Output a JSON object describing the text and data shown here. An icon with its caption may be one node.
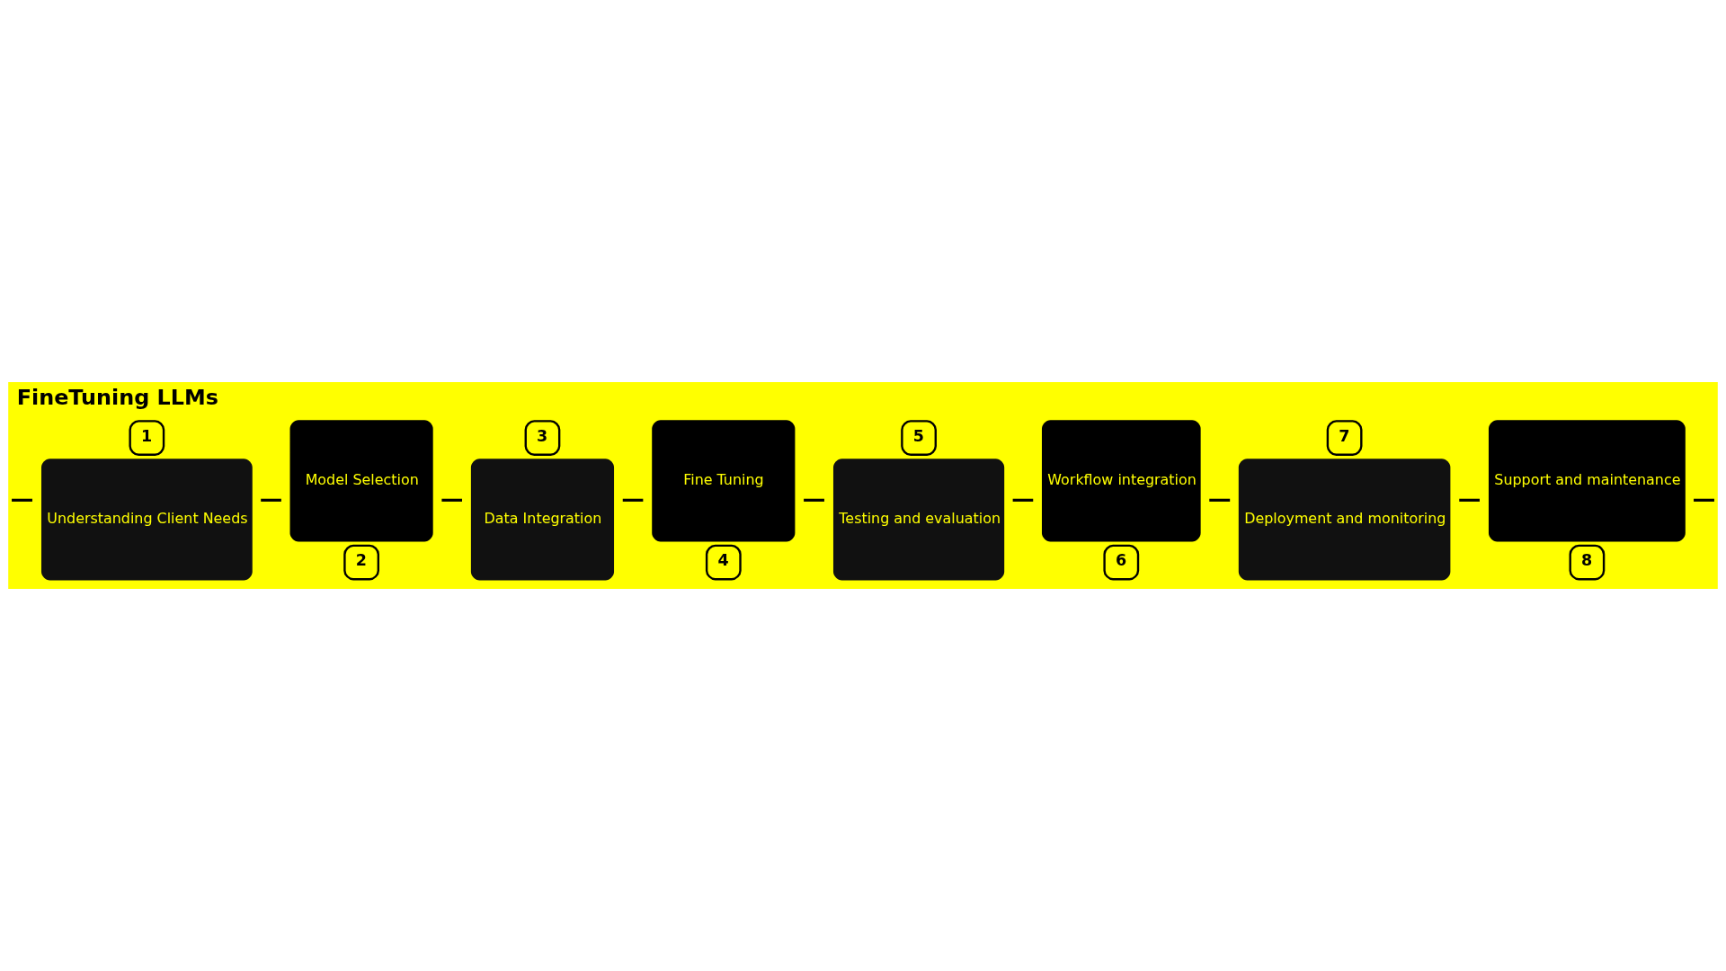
{
  "diagram": {
    "title": "FineTuning LLMs",
    "nodes": [
      {
        "text": [
          "Understanding Client Needs"
        ],
        "beside": [
          "1"
        ]
      },
      {
        "text": [
          "Model Selection"
        ],
        "beside": [
          "2"
        ]
      },
      {
        "text": [
          "Data Integration"
        ],
        "beside": [
          "3"
        ]
      },
      {
        "text": [
          "Fine Tuning"
        ],
        "beside": [
          "4"
        ]
      },
      {
        "text": [
          "Testing and evaluation"
        ],
        "beside": [
          "5"
        ]
      },
      {
        "text": [
          "Workflow integration"
        ],
        "beside": [
          "6"
        ]
      },
      {
        "text": [
          "Deployment and monitoring"
        ],
        "beside": [
          "7"
        ]
      },
      {
        "text": [
          "Support and maintenance"
        ],
        "beside": [
          "8"
        ]
      }
    ],
    "edges": [
      {
        "from": null,
        "to": 0,
        "arrow": "none"
      },
      {
        "from": 0,
        "to": 1,
        "arrow": "none"
      },
      {
        "from": 1,
        "to": 2,
        "arrow": "none"
      },
      {
        "from": 2,
        "to": 3,
        "arrow": "none"
      },
      {
        "from": 3,
        "to": 4,
        "arrow": "none"
      },
      {
        "from": 4,
        "to": 5,
        "arrow": "none"
      },
      {
        "from": 5,
        "to": 6,
        "arrow": "none"
      },
      {
        "from": 6,
        "to": 7,
        "arrow": "none"
      },
      {
        "from": 7,
        "to": null,
        "arrow": "none"
      }
    ]
  }
}
